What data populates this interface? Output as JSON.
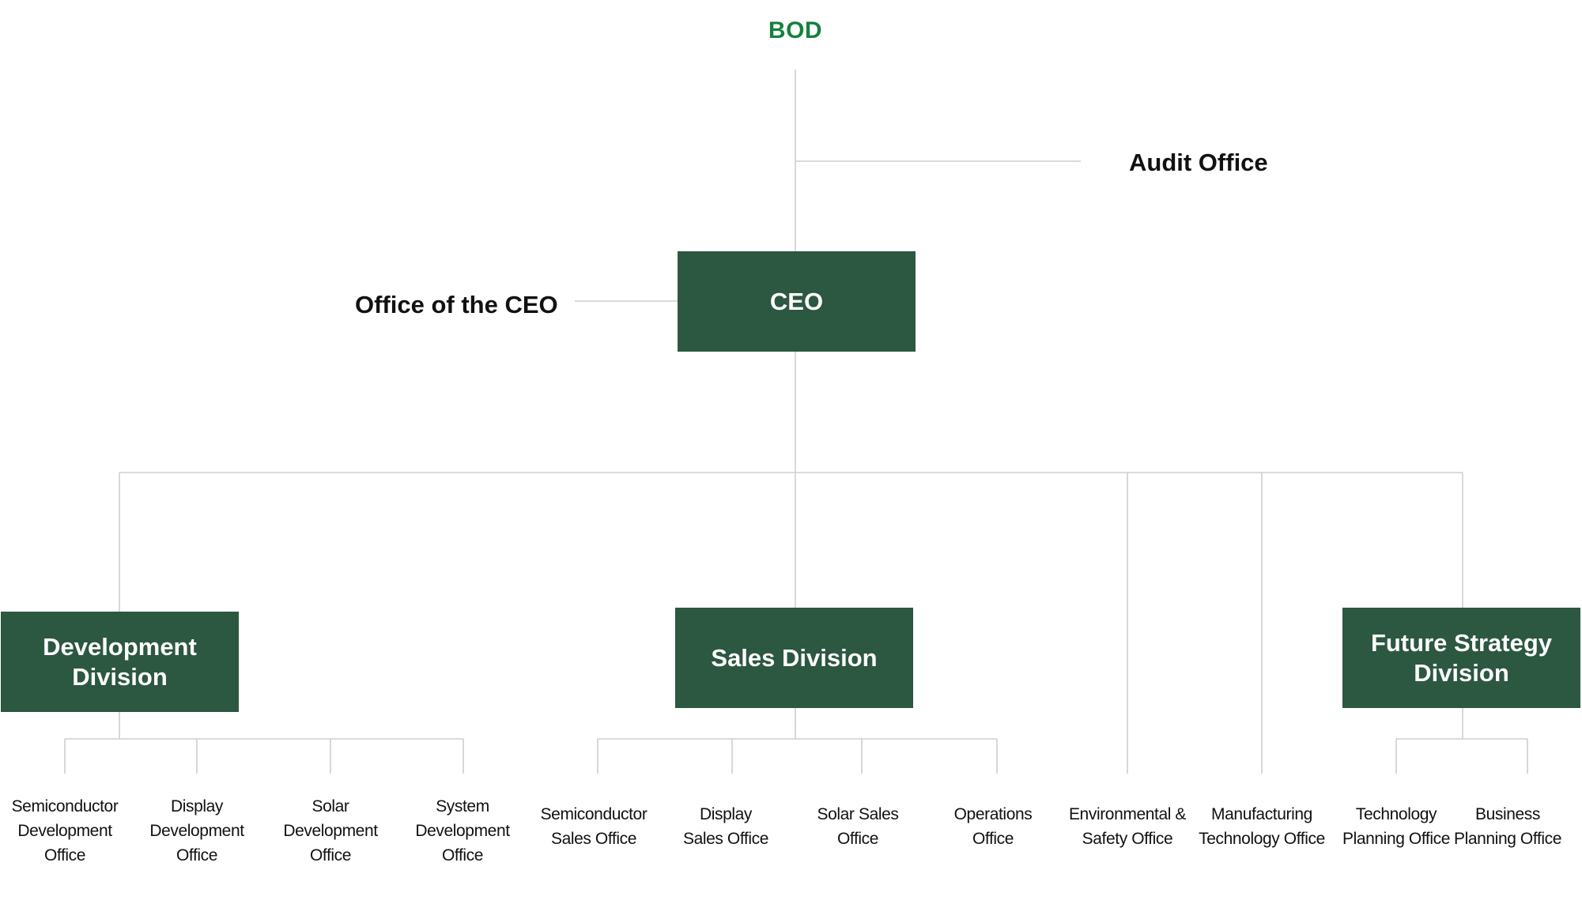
{
  "bod": {
    "label": "BOD",
    "color": "#16803c"
  },
  "audit_office": {
    "label": "Audit Office"
  },
  "office_of_ceo": {
    "label": "Office of the CEO"
  },
  "ceo": {
    "label": "CEO"
  },
  "box_color": "#2c5741",
  "divisions": {
    "development": {
      "lines": [
        "Development",
        "Division"
      ],
      "offices": [
        [
          "Semiconductor",
          "Development",
          "Office"
        ],
        [
          "Display",
          "Development",
          "Office"
        ],
        [
          "Solar",
          "Development",
          "Office"
        ],
        [
          "System",
          "Development",
          "Office"
        ]
      ]
    },
    "sales": {
      "lines": [
        "Sales Division"
      ],
      "offices": [
        [
          "Semiconductor",
          "Sales Office"
        ],
        [
          "Display",
          "Sales Office"
        ],
        [
          "Solar Sales",
          "Office"
        ],
        [
          "Operations",
          "Office"
        ]
      ]
    },
    "future_strategy": {
      "lines": [
        "Future Strategy",
        "Division"
      ],
      "offices": [
        [
          "Technology",
          "Planning Office"
        ],
        [
          "Business",
          "Planning Office"
        ]
      ]
    }
  },
  "direct_offices": [
    [
      "Environmental &",
      "Safety Office"
    ],
    [
      "Manufacturing",
      "Technology Office"
    ]
  ]
}
